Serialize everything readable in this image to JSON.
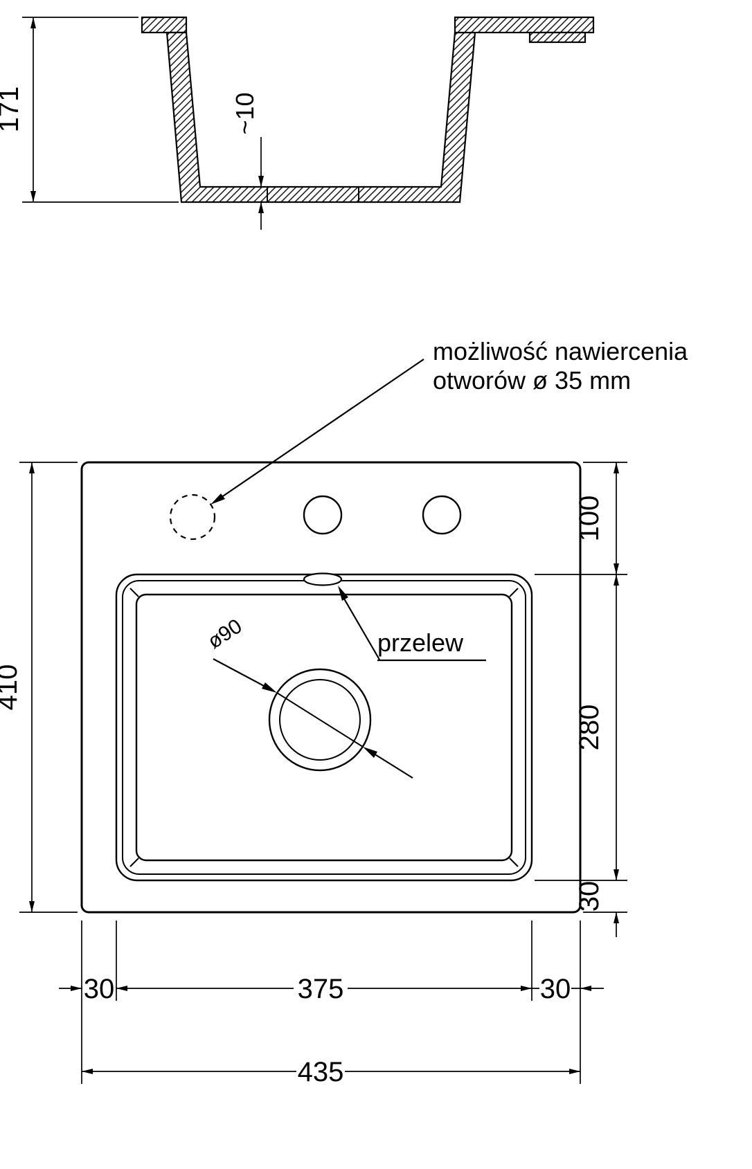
{
  "side_view": {
    "height_label": "171",
    "bottom_thickness_label": "~10"
  },
  "top_view": {
    "note_line1": "możliwość nawiercenia",
    "note_line2": "otworów ø 35 mm",
    "overflow_label": "przelew",
    "drain_diameter_label": "ø90",
    "dims": {
      "overall_height": "410",
      "faucet_offset": "100",
      "bowl_height": "280",
      "bottom_margin": "30",
      "left_margin": "30",
      "bowl_width": "375",
      "right_margin": "30",
      "overall_width": "435"
    }
  }
}
